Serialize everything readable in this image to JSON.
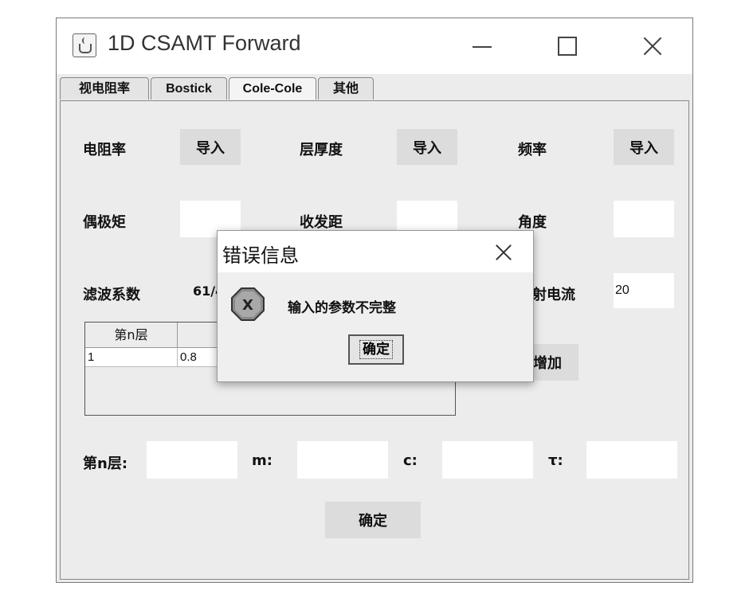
{
  "window": {
    "title": "1D CSAMT Forward"
  },
  "tabs": [
    {
      "label": "视电阻率"
    },
    {
      "label": "Bostick"
    },
    {
      "label": "Cole-Cole"
    },
    {
      "label": "其他"
    }
  ],
  "active_tab": "Cole-Cole",
  "form": {
    "resistivity_label": "电阻率",
    "thickness_label": "层厚度",
    "frequency_label": "频率",
    "import_label": "导入",
    "dipole_label": "偶极矩",
    "offset_label": "收发距",
    "angle_label": "角度",
    "filter_label": "滤波系数",
    "filter_value": "61/4",
    "current_label_visible": "射电流",
    "current_value": "20",
    "add_label": "增加"
  },
  "table": {
    "columns": [
      "第n层",
      ""
    ],
    "rows": [
      [
        "1",
        "0.8"
      ]
    ]
  },
  "bottom": {
    "layer_label": "第n层:",
    "m_label": "m:",
    "c_label": "c:",
    "tau_label": "τ:",
    "confirm_label": "确定"
  },
  "dialog": {
    "title": "错误信息",
    "message": "输入的参数不完整",
    "ok_label": "确定",
    "icon_letter": "X"
  }
}
